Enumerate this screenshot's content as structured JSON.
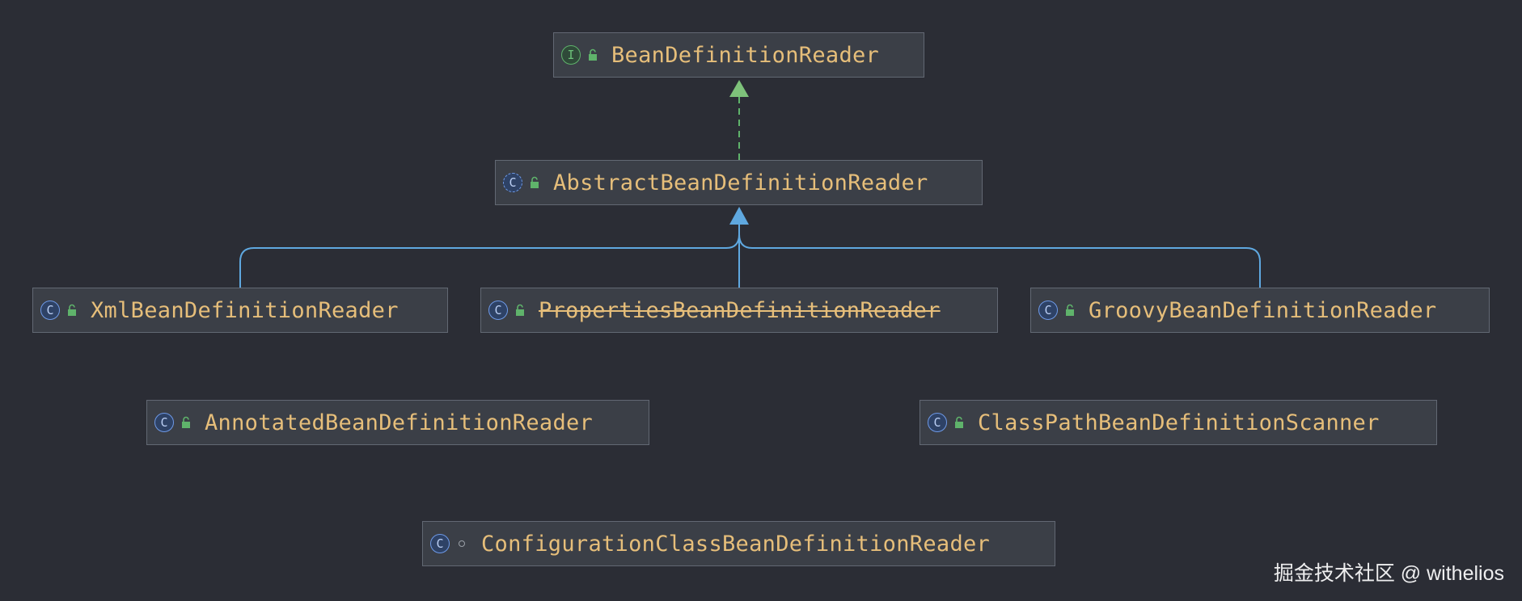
{
  "nodes": [
    {
      "id": "bean-definition-reader",
      "label": "BeanDefinitionReader",
      "kind": "interface",
      "kind_glyph": "I",
      "visibility": "public",
      "deprecated": false
    },
    {
      "id": "abstract-bean-definition-reader",
      "label": "AbstractBeanDefinitionReader",
      "kind": "abstract-class",
      "kind_glyph": "C",
      "visibility": "public",
      "deprecated": false
    },
    {
      "id": "xml-bean-definition-reader",
      "label": "XmlBeanDefinitionReader",
      "kind": "class",
      "kind_glyph": "C",
      "visibility": "public",
      "deprecated": false
    },
    {
      "id": "properties-bean-definition-reader",
      "label": "PropertiesBeanDefinitionReader",
      "kind": "class",
      "kind_glyph": "C",
      "visibility": "public",
      "deprecated": true
    },
    {
      "id": "groovy-bean-definition-reader",
      "label": "GroovyBeanDefinitionReader",
      "kind": "class",
      "kind_glyph": "C",
      "visibility": "public",
      "deprecated": false
    },
    {
      "id": "annotated-bean-definition-reader",
      "label": "AnnotatedBeanDefinitionReader",
      "kind": "class",
      "kind_glyph": "C",
      "visibility": "public",
      "deprecated": false
    },
    {
      "id": "class-path-bean-definition-scanner",
      "label": "ClassPathBeanDefinitionScanner",
      "kind": "class",
      "kind_glyph": "C",
      "visibility": "public",
      "deprecated": false
    },
    {
      "id": "configuration-class-bean-definition-reader",
      "label": "ConfigurationClassBeanDefinitionReader",
      "kind": "class",
      "kind_glyph": "C",
      "visibility": "package-private",
      "deprecated": false
    }
  ],
  "edges": [
    {
      "from": "abstract-bean-definition-reader",
      "to": "bean-definition-reader",
      "type": "implements"
    },
    {
      "from": "xml-bean-definition-reader",
      "to": "abstract-bean-definition-reader",
      "type": "extends"
    },
    {
      "from": "properties-bean-definition-reader",
      "to": "abstract-bean-definition-reader",
      "type": "extends"
    },
    {
      "from": "groovy-bean-definition-reader",
      "to": "abstract-bean-definition-reader",
      "type": "extends"
    }
  ],
  "colors": {
    "background": "#2b2d35",
    "node_fill": "#3b3f47",
    "node_border": "#626873",
    "label": "#e6be7a",
    "implements_edge": "#5fb36b",
    "extends_edge": "#5fa8e0",
    "lock": "#5fb36b"
  },
  "watermark": "掘金技术社区 @ withelios"
}
